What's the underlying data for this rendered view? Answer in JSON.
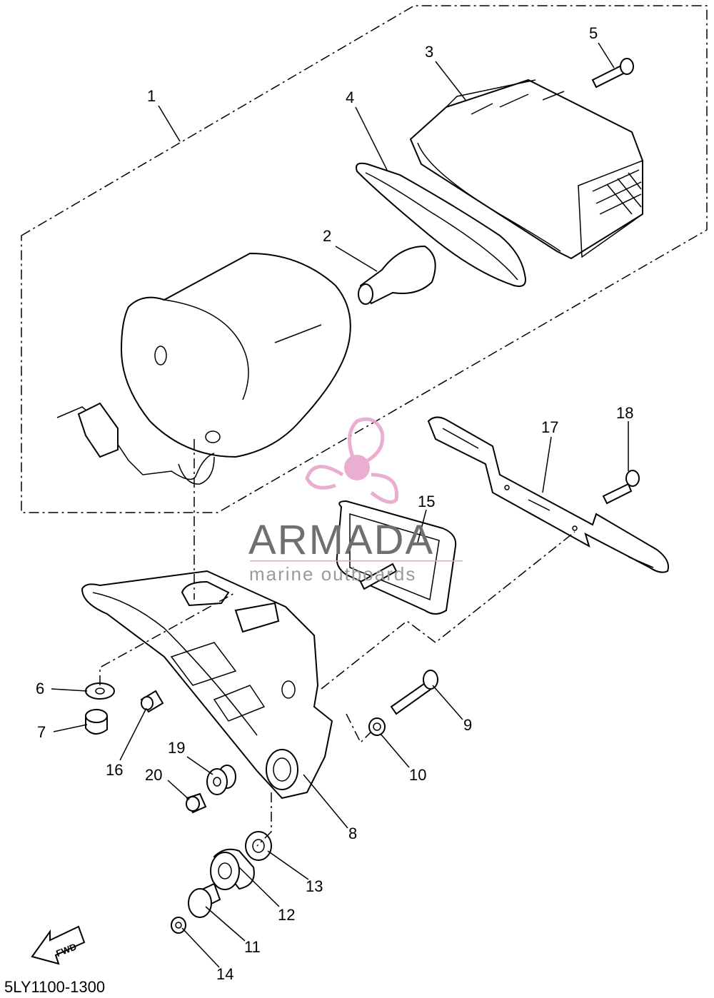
{
  "diagram": {
    "callouts": {
      "c1": "1",
      "c2": "2",
      "c3": "3",
      "c4": "4",
      "c5": "5",
      "c6": "6",
      "c7": "7",
      "c8": "8",
      "c9": "9",
      "c10": "10",
      "c11": "11",
      "c12": "12",
      "c13": "13",
      "c14": "14",
      "c15": "15",
      "c16": "16",
      "c17": "17",
      "c18": "18",
      "c19": "19",
      "c20": "20"
    },
    "direction_label": "FWD",
    "drawing_code": "5LY1100-1300"
  },
  "watermark": {
    "brand": "ARMADA",
    "tagline": "marine outboards",
    "colors": {
      "logo": "#e8a6cc",
      "text": "#6f6f6f"
    }
  }
}
